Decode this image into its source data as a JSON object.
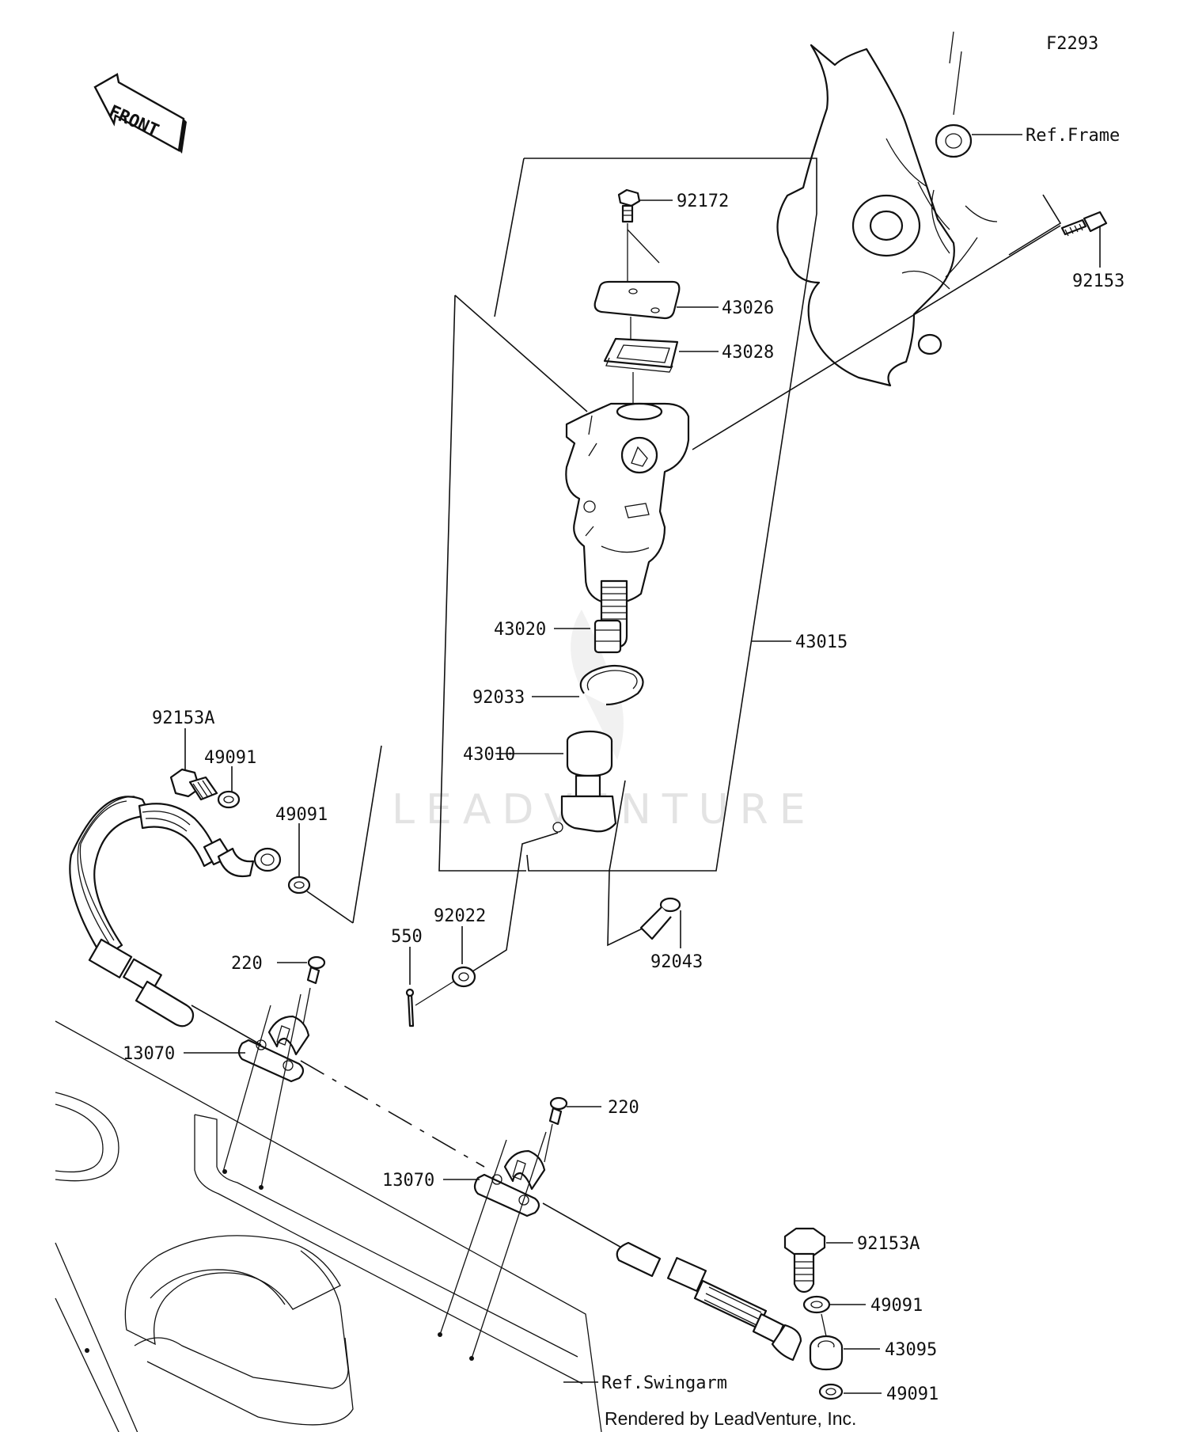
{
  "diagram": {
    "code": "F2293",
    "front_label": "FRONT",
    "watermark": "LEADVENTURE",
    "credit": "Rendered by LeadVenture, Inc.",
    "refs": {
      "frame": "Ref.Frame",
      "swingarm": "Ref.Swingarm"
    },
    "parts": {
      "p92172": "92172",
      "p43026": "43026",
      "p43028": "43028",
      "p92153_top": "92153",
      "p43015": "43015",
      "p43020": "43020",
      "p92033": "92033",
      "p43010": "43010",
      "p92153a_left": "92153A",
      "p49091_left_a": "49091",
      "p49091_left_b": "49091",
      "p92022": "92022",
      "p550": "550",
      "p92043": "92043",
      "p220_a": "220",
      "p13070_a": "13070",
      "p220_b": "220",
      "p13070_b": "13070",
      "p92153a_right": "92153A",
      "p49091_right_a": "49091",
      "p43095": "43095",
      "p49091_right_b": "49091"
    }
  }
}
